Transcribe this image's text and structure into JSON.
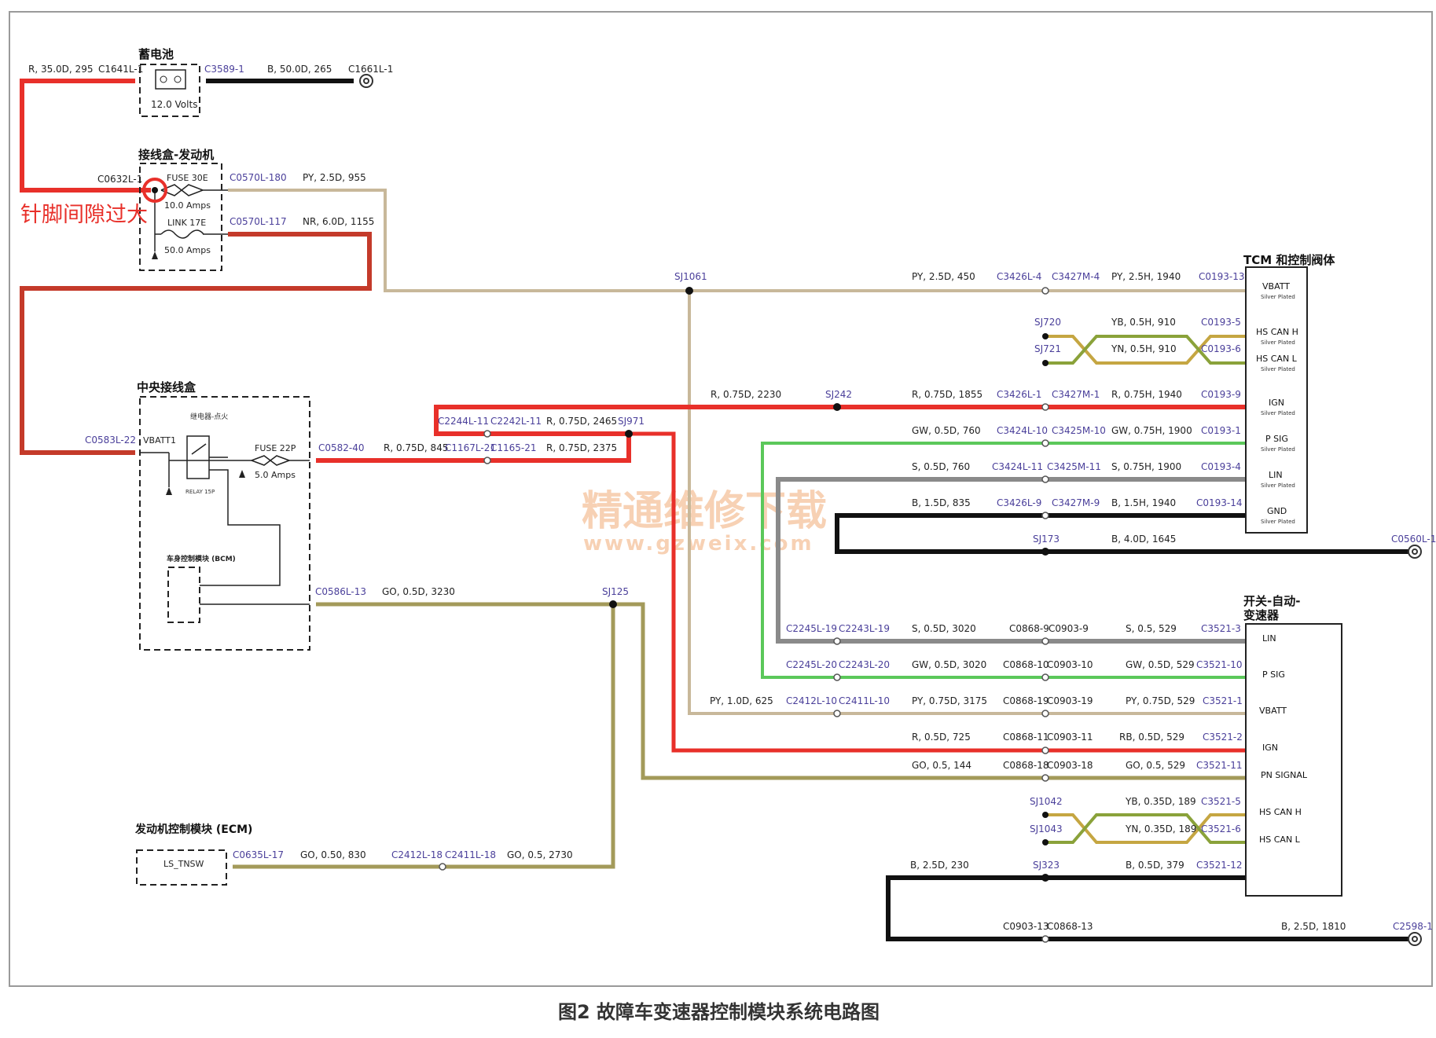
{
  "colors": {
    "red": "#e8302a",
    "black": "#111111",
    "py": "#c8b89a",
    "nr": "#c43a2a",
    "gw": "#5bc85a",
    "gray": "#8a8a8a",
    "go": "#a39a5a",
    "blue_conn": "#4a3f9a"
  },
  "caption": "图2 故障车变速器控制模块系统电路图",
  "note": "针脚间隙过大",
  "watermark": {
    "line1": "精通维修下载",
    "line2": "www.gzweix.com"
  },
  "battery": {
    "title": "蓄电池",
    "voltage": "12.0 Volts",
    "left_wire": "R, 35.0D, 295",
    "left_conn": "C1641L-1",
    "right_conn_in": "C3589-1",
    "right_wire": "B, 50.0D, 265",
    "ground_conn": "C1661L-1"
  },
  "engine_box": {
    "title": "接线盒-发动机",
    "in_conn": "C0632L-1",
    "fuse_name": "FUSE 30E",
    "fuse_rating": "10.0 Amps",
    "link_name": "LINK 17E",
    "link_rating": "50.0 Amps",
    "out1_conn": "C0570L-180",
    "out1_wire": "PY, 2.5D, 955",
    "out2_conn": "C0570L-117",
    "out2_wire": "NR, 6.0D, 1155"
  },
  "central_box": {
    "title": "中央接线盒",
    "in_conn": "C0583L-22",
    "vbatt": "VBATT1",
    "relay_title": "继电器-点火",
    "relay_name": "RELAY 15P",
    "fuse_name": "FUSE 22P",
    "fuse_rating": "5.0 Amps",
    "out_conn": "C0582-40",
    "bcm_title": "车身控制模块 (BCM)",
    "bcm_out_conn": "C0586L-13",
    "bcm_out_wire": "GO, 0.5D, 3230"
  },
  "ecm": {
    "title": "发动机控制模块 (ECM)",
    "pin": "LS_TNSW",
    "conn": "C0635L-17",
    "wire1": "GO, 0.50, 830",
    "mid_conn1": "C2412L-18",
    "mid_conn2": "C2411L-18",
    "wire2": "GO, 0.5, 2730"
  },
  "tcm": {
    "title": "TCM 和控制阀体",
    "pins": [
      "VBATT",
      "HS CAN H",
      "HS CAN L",
      "IGN",
      "P SIG",
      "LIN",
      "GND"
    ],
    "pin_sub": "Silver Plated"
  },
  "switch": {
    "title": "开关-自动-变速器",
    "pins": [
      "LIN",
      "P SIG",
      "VBATT",
      "IGN",
      "PN SIGNAL",
      "HS CAN H",
      "HS CAN L"
    ]
  },
  "splices": {
    "sj1061": "SJ1061",
    "sj720": "SJ720",
    "sj721": "SJ721",
    "sj242": "SJ242",
    "sj971": "SJ971",
    "sj173": "SJ173",
    "sj125": "SJ125",
    "sj1042": "SJ1042",
    "sj1043": "SJ1043",
    "sj323": "SJ323"
  },
  "tcm_lines": {
    "vbatt": {
      "w1": "PY, 2.5D, 450",
      "c1": "C3426L-4",
      "c2": "C3427M-4",
      "w2": "PY, 2.5H, 1940",
      "end": "C0193-13"
    },
    "canh": {
      "w": "YB, 0.5H, 910",
      "end": "C0193-5"
    },
    "canl": {
      "w": "YN, 0.5H, 910",
      "end": "C0193-6"
    },
    "ign": {
      "w0": "R, 0.75D, 2230",
      "w1": "R, 0.75D, 1855",
      "c1": "C3426L-1",
      "c2": "C3427M-1",
      "w2": "R, 0.75H, 1940",
      "end": "C0193-9"
    },
    "psig": {
      "w1": "GW, 0.5D, 760",
      "c1": "C3424L-10",
      "c2": "C3425M-10",
      "w2": "GW, 0.75H, 1900",
      "end": "C0193-1"
    },
    "lin": {
      "w1": "S, 0.5D, 760",
      "c1": "C3424L-11",
      "c2": "C3425M-11",
      "w2": "S, 0.75H, 1900",
      "end": "C0193-4"
    },
    "gnd": {
      "w1": "B, 1.5D, 835",
      "c1": "C3426L-9",
      "c2": "C3427M-9",
      "w2": "B, 1.5H, 1940",
      "end": "C0193-14"
    },
    "gnd2": {
      "w": "B, 4.0D, 1645",
      "end": "C0560L-1"
    }
  },
  "red_feed": {
    "c1": "C2244L-11",
    "c2": "C2242L-11",
    "w1": "R, 0.75D, 2465",
    "w2": "R, 0.75D, 845",
    "c3": "C1167L-21",
    "c4": "C1165-21",
    "w3": "R, 0.75D, 2375"
  },
  "sw_lines": {
    "lin": {
      "c1": "C2245L-19",
      "c2": "C2243L-19",
      "w1": "S, 0.5D, 3020",
      "c3": "C0868-9",
      "c4": "C0903-9",
      "w2": "S, 0.5, 529",
      "end": "C3521-3"
    },
    "psig": {
      "c1": "C2245L-20",
      "c2": "C2243L-20",
      "w1": "GW, 0.5D, 3020",
      "c3": "C0868-10",
      "c4": "C0903-10",
      "w2": "GW, 0.5D, 529",
      "end": "C3521-10"
    },
    "vbatt": {
      "w0": "PY, 1.0D, 625",
      "c1": "C2412L-10",
      "c2": "C2411L-10",
      "w1": "PY, 0.75D, 3175",
      "c3": "C0868-19",
      "c4": "C0903-19",
      "w2": "PY, 0.75D, 529",
      "end": "C3521-1"
    },
    "ign": {
      "w1": "R, 0.5D, 725",
      "c3": "C0868-11",
      "c4": "C0903-11",
      "w2": "RB, 0.5D, 529",
      "end": "C3521-2"
    },
    "pn": {
      "w1": "GO, 0.5, 144",
      "c3": "C0868-18",
      "c4": "C0903-18",
      "w2": "GO, 0.5, 529",
      "end": "C3521-11"
    },
    "canh": {
      "w": "YB, 0.35D, 189",
      "end": "C3521-5"
    },
    "canl": {
      "w": "YN, 0.35D, 189",
      "end": "C3521-6"
    },
    "gnd": {
      "w1": "B, 2.5D, 230",
      "w2": "B, 0.5D, 379",
      "end": "C3521-12"
    },
    "gnd2": {
      "c3": "C0903-13",
      "c4": "C0868-13",
      "w": "B, 2.5D, 1810",
      "end": "C2598-1"
    }
  }
}
